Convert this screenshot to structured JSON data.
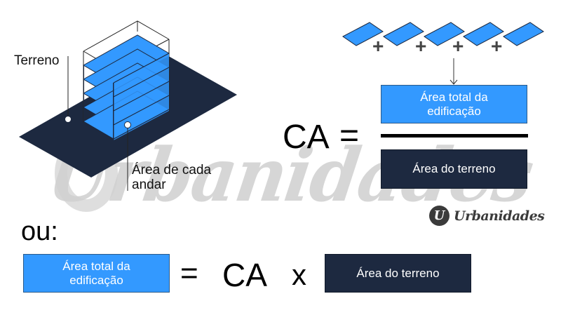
{
  "watermark": {
    "text": "Urbanidades"
  },
  "logo": {
    "badge": "U",
    "text": "Urbanidades"
  },
  "diagram": {
    "labels": {
      "terrain": "Terreno",
      "floor_area_line1": "Área de cada",
      "floor_area_line2": "andar"
    },
    "floors_count": 5,
    "colors": {
      "floor_blue": "#3399ff",
      "terrain_navy": "#1d2940"
    }
  },
  "sum_row": {
    "tiles_count": 5,
    "plus_sign": "+"
  },
  "formula1": {
    "lhs": "CA",
    "equals": "=",
    "numerator_line1": "Área total da",
    "numerator_line2": "edificação",
    "denominator": "Área do terreno"
  },
  "alt_label": "ou:",
  "formula2": {
    "lhs_line1": "Área total da",
    "lhs_line2": "edificação",
    "equals": "=",
    "ca": "CA",
    "times": "x",
    "rhs": "Área do terreno"
  }
}
